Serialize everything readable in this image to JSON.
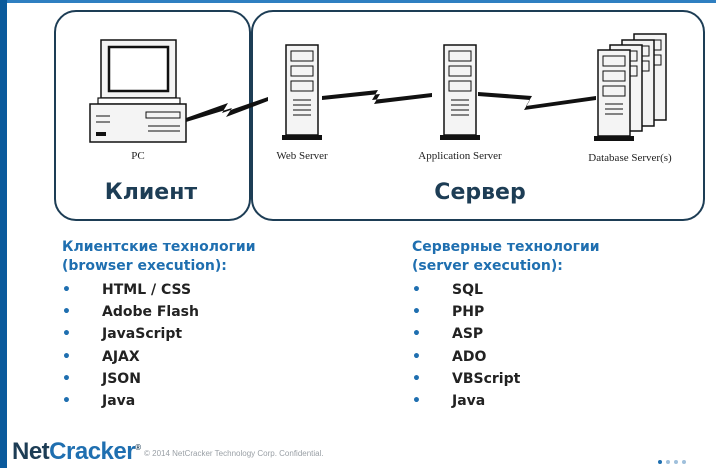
{
  "diagram": {
    "client_box_label": "Клиент",
    "server_box_label": "Сервер",
    "nodes": {
      "pc": "PC",
      "web_server": "Web Server",
      "app_server": "Application Server",
      "db_server": "Database Server(s)"
    }
  },
  "client_tech": {
    "title_line1": "Клиентские технологии",
    "title_line2": "(browser execution):",
    "items": [
      "HTML / CSS",
      "Adobe Flash",
      "JavaScript",
      "AJAX",
      "JSON",
      "Java"
    ]
  },
  "server_tech": {
    "title_line1": "Серверные технологии",
    "title_line2": "(server execution):",
    "items": [
      "SQL",
      "PHP",
      "ASP",
      "ADO",
      "VBScript",
      "Java"
    ]
  },
  "footer": {
    "logo_part1": "Net",
    "logo_part2": "Cracker",
    "registered_mark": "®",
    "copyright": "© 2014 NetCracker Technology Corp. Confidential."
  },
  "bullet_char": "•",
  "colors": {
    "accent_blue": "#1f6fb0",
    "dark_navy": "#1d3d55",
    "left_bar": "#0a5a9c"
  }
}
